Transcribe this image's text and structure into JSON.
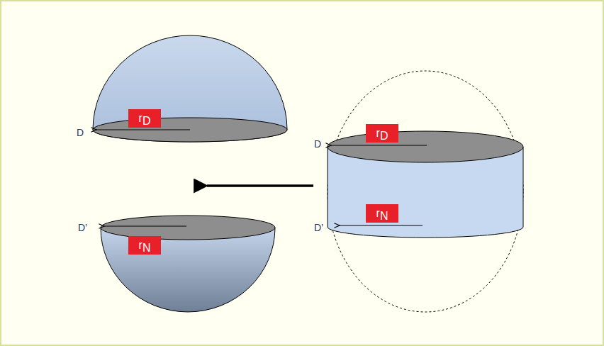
{
  "diagram": {
    "nodes": [
      {
        "text": [
          "rD"
        ]
      },
      {
        "text": [
          "rD"
        ]
      },
      {
        "text": [
          "rN"
        ]
      },
      {
        "text": [
          "rN"
        ]
      }
    ],
    "labels": [
      "D",
      "D",
      "D’",
      "D’"
    ]
  }
}
